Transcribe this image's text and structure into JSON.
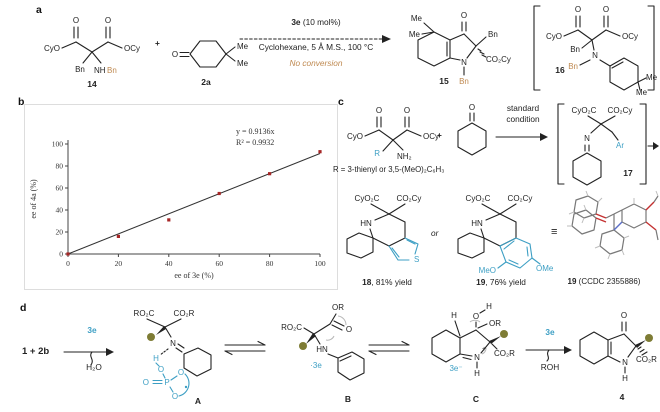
{
  "panels": {
    "a": "a",
    "b": "b",
    "c": "c",
    "d": "d"
  },
  "atoms": {
    "O": "O",
    "N": "N",
    "NH": "NH",
    "NH2": "NH₂",
    "HN": "HN",
    "H": "H",
    "S": "S",
    "P": "P",
    "Me": "Me",
    "Bn": "Bn",
    "Ar": "Ar",
    "R": "R",
    "OR": "OR",
    "CyO": "CyO",
    "OCy": "OCy",
    "CyO2C": "CyO₂C",
    "CO2Cy": "CO₂Cy",
    "RO2C": "RO₂C",
    "CO2R": "CO₂R",
    "MeO": "MeO",
    "OMe": "OMe",
    "plus": "+",
    "plus_charge": "+"
  },
  "nums": {
    "c14": "14",
    "c2a": "2a",
    "c15": "15",
    "c16": "16",
    "c17": "17",
    "c18": "18",
    "c19": "19",
    "c4": "4",
    "A": "A",
    "B": "B",
    "C": "C"
  },
  "panel_a": {
    "cat_bold": "3e",
    "cat_rest": " (10 mol%)",
    "conditions": "Cyclohexane, 5 Å M.S., 100 °C",
    "note": "No conversion"
  },
  "panel_c": {
    "std_line1": "standard",
    "std_line2": "condition",
    "r_definition": "R = 3-thienyl or 3,5-(MeO)₂C₆H₃",
    "or": "or",
    "equiv": "≡",
    "yield18": ", 81% yield",
    "yield19": ", 76% yield",
    "ccdc": " (CCDC 2355886)"
  },
  "panel_d": {
    "start": "1 + 2b",
    "cat": "3e",
    "water": "H₂O",
    "cat_adduct": "·3e",
    "cat_anion": "3e⁻",
    "roh": "ROH"
  },
  "colors": {
    "accent_blue": "#3d9fc4",
    "accent_orange": "#bf8950",
    "quaternary_olive": "#7e7c35",
    "data_point_red": "#a62626",
    "bond_black": "#222222"
  },
  "chart_data": {
    "type": "scatter",
    "x": [
      0,
      20,
      40,
      60,
      80,
      100
    ],
    "y": [
      0,
      16,
      31,
      55,
      73,
      93
    ],
    "xlabel": "ee of 3e (%)",
    "ylabel": "ee of 4a (%)",
    "xlim": [
      0,
      100
    ],
    "ylim": [
      0,
      100
    ],
    "xticks": [
      0,
      20,
      40,
      60,
      80,
      100
    ],
    "yticks": [
      0,
      20,
      40,
      60,
      80,
      100
    ],
    "grid": false,
    "legend": false,
    "trendline": {
      "slope": 0.9136,
      "equation": "y = 0.9136x",
      "r_squared": "R² = 0.9932"
    },
    "point_color": "#a62626",
    "line_color": "#333333"
  }
}
